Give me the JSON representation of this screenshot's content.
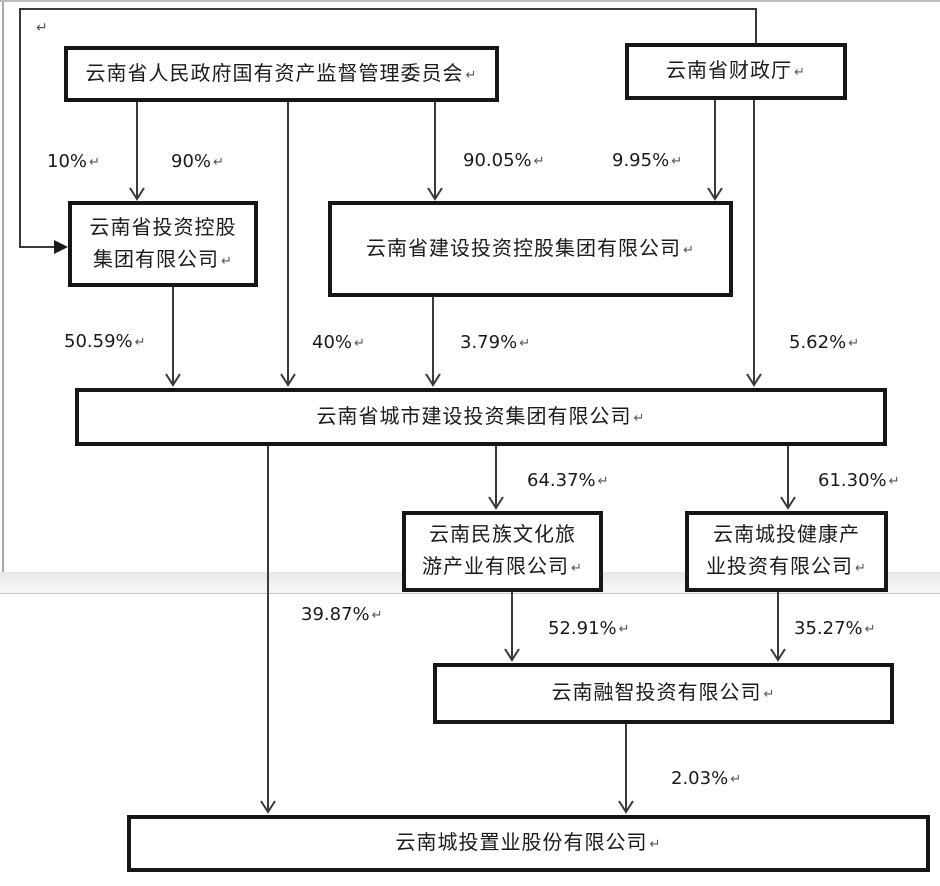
{
  "page": {
    "background": "#ffffff",
    "paragraph_mark": "↵",
    "line_color": "#3a3a3a",
    "box_border_color": "#161616"
  },
  "diagram": {
    "type": "equity-ownership-structure",
    "nodes": {
      "sasac": {
        "label": "云南省人民政府国有资产监督管理委员会"
      },
      "finance_dept": {
        "label": "云南省财政厅"
      },
      "investment_holding": {
        "line1": "云南省投资控股",
        "line2": "集团有限公司"
      },
      "construction_investment": {
        "label": "云南省建设投资控股集团有限公司"
      },
      "urban_construction_group": {
        "label": "云南省城市建设投资集团有限公司"
      },
      "minzu_culture_tourism": {
        "line1": "云南民族文化旅",
        "line2": "游产业有限公司"
      },
      "chengtou_health": {
        "line1": "云南城投健康产",
        "line2": "业投资有限公司"
      },
      "rongzhi_investment": {
        "label": "云南融智投资有限公司"
      },
      "chengtou_real_estate": {
        "label": "云南城投置业股份有限公司"
      }
    },
    "edges": [
      {
        "from": "云南省财政厅",
        "to": "云南省投资控股集团有限公司",
        "percent": "10%"
      },
      {
        "from": "云南省人民政府国有资产监督管理委员会",
        "to": "云南省投资控股集团有限公司",
        "percent": "90%"
      },
      {
        "from": "云南省人民政府国有资产监督管理委员会",
        "to": "云南省建设投资控股集团有限公司",
        "percent": "90.05%"
      },
      {
        "from": "云南省财政厅",
        "to": "云南省建设投资控股集团有限公司",
        "percent": "9.95%"
      },
      {
        "from": "云南省投资控股集团有限公司",
        "to": "云南省城市建设投资集团有限公司",
        "percent": "50.59%"
      },
      {
        "from": "云南省人民政府国有资产监督管理委员会",
        "to": "云南省城市建设投资集团有限公司",
        "percent": "40%"
      },
      {
        "from": "云南省建设投资控股集团有限公司",
        "to": "云南省城市建设投资集团有限公司",
        "percent": "3.79%"
      },
      {
        "from": "云南省财政厅",
        "to": "云南省城市建设投资集团有限公司",
        "percent": "5.62%"
      },
      {
        "from": "云南省城市建设投资集团有限公司",
        "to": "云南民族文化旅游产业有限公司",
        "percent": "64.37%"
      },
      {
        "from": "云南省城市建设投资集团有限公司",
        "to": "云南城投健康产业投资有限公司",
        "percent": "61.30%"
      },
      {
        "from": "云南省城市建设投资集团有限公司",
        "to": "云南城投置业股份有限公司",
        "percent": "39.87%"
      },
      {
        "from": "云南民族文化旅游产业有限公司",
        "to": "云南融智投资有限公司",
        "percent": "52.91%"
      },
      {
        "from": "云南城投健康产业投资有限公司",
        "to": "云南融智投资有限公司",
        "percent": "35.27%"
      },
      {
        "from": "云南融智投资有限公司",
        "to": "云南城投置业股份有限公司",
        "percent": "2.03%"
      }
    ]
  }
}
